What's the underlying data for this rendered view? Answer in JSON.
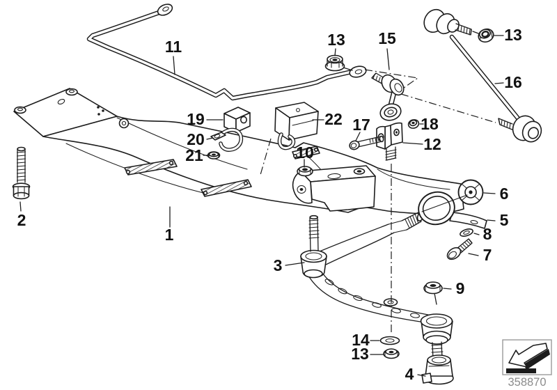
{
  "diagram": {
    "drawing_number": "358870",
    "callouts": [
      {
        "label": "11"
      },
      {
        "label": "13"
      },
      {
        "label": "15"
      },
      {
        "label": "13"
      },
      {
        "label": "16"
      },
      {
        "label": "19"
      },
      {
        "label": "20"
      },
      {
        "label": "21"
      },
      {
        "label": "22"
      },
      {
        "label": "17"
      },
      {
        "label": "18"
      },
      {
        "label": "12"
      },
      {
        "label": "10"
      },
      {
        "label": "2"
      },
      {
        "label": "1"
      },
      {
        "label": "6"
      },
      {
        "label": "5"
      },
      {
        "label": "8"
      },
      {
        "label": "7"
      },
      {
        "label": "3"
      },
      {
        "label": "9"
      },
      {
        "label": "14"
      },
      {
        "label": "13"
      },
      {
        "label": "4"
      }
    ],
    "colors": {
      "line": "#1c1c1c",
      "drawing_number_text": "#8c8c8c",
      "background": "#ffffff"
    },
    "icons": [
      {
        "name": "direction-arrow-icon"
      }
    ]
  }
}
